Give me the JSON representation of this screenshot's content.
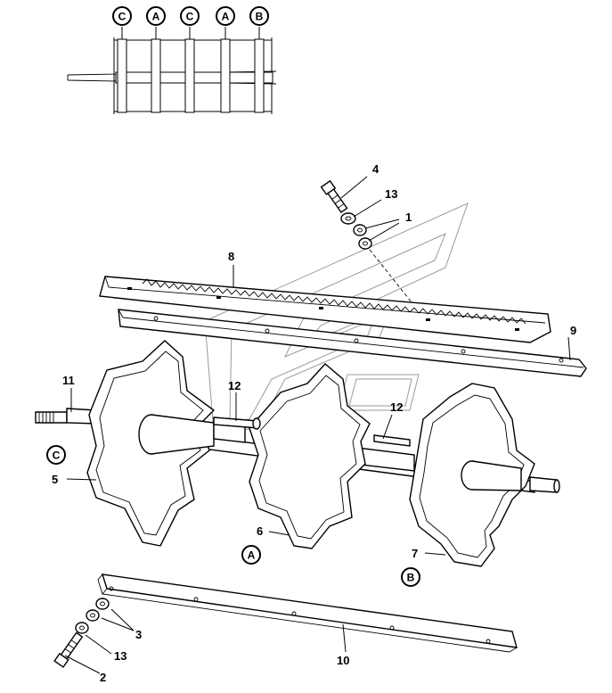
{
  "overview_markers": [
    "C",
    "A",
    "C",
    "A",
    "B"
  ],
  "section_markers": {
    "c": "C",
    "a": "A",
    "b": "B"
  },
  "callouts": {
    "n1": "1",
    "n2": "2",
    "n3": "3",
    "n4": "4",
    "n5": "5",
    "n6": "6",
    "n7": "7",
    "n8": "8",
    "n9": "9",
    "n10": "10",
    "n11": "11",
    "n12a": "12",
    "n12b": "12",
    "n13a": "13",
    "n13b": "13"
  }
}
